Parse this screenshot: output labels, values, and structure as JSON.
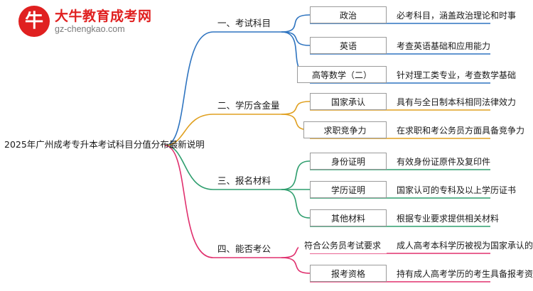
{
  "logo": {
    "glyph": "牛",
    "title": "大牛教育成考网",
    "subtitle": "gz-chengkao.com"
  },
  "root": {
    "label": "2025年广州成考专升本考试科目分值分布最新说明"
  },
  "branches": [
    {
      "label": "一、考试科目",
      "color": "#2e74c0",
      "items": [
        {
          "name": "政治",
          "desc": "必考科目，涵盖政治理论和时事"
        },
        {
          "name": "英语",
          "desc": "考查英语基础和应用能力"
        },
        {
          "name": "高等数学（二）",
          "desc": "针对理工类专业，考查数学基础"
        }
      ]
    },
    {
      "label": "二、学历含金量",
      "color": "#e0a020",
      "items": [
        {
          "name": "国家承认",
          "desc": "具有与全日制本科相同法律效力"
        },
        {
          "name": "求职竞争力",
          "desc": "在求职和考公务员方面具备竞争力"
        }
      ]
    },
    {
      "label": "三、报名材料",
      "color": "#2f9e6e",
      "items": [
        {
          "name": "身份证明",
          "desc": "有效身份证原件及复印件"
        },
        {
          "name": "学历证明",
          "desc": "国家认可的专科及以上学历证书"
        },
        {
          "name": "其他材料",
          "desc": "根据专业要求提供相关材料"
        }
      ]
    },
    {
      "label": "四、能否考公",
      "color": "#e0306e",
      "items": [
        {
          "name": "符合公务员考试要求",
          "desc": "成人高考本科学历被视为国家承认的学历"
        },
        {
          "name": "报考资格",
          "desc": "持有成人高考学历的考生具备报考资格"
        }
      ]
    }
  ]
}
